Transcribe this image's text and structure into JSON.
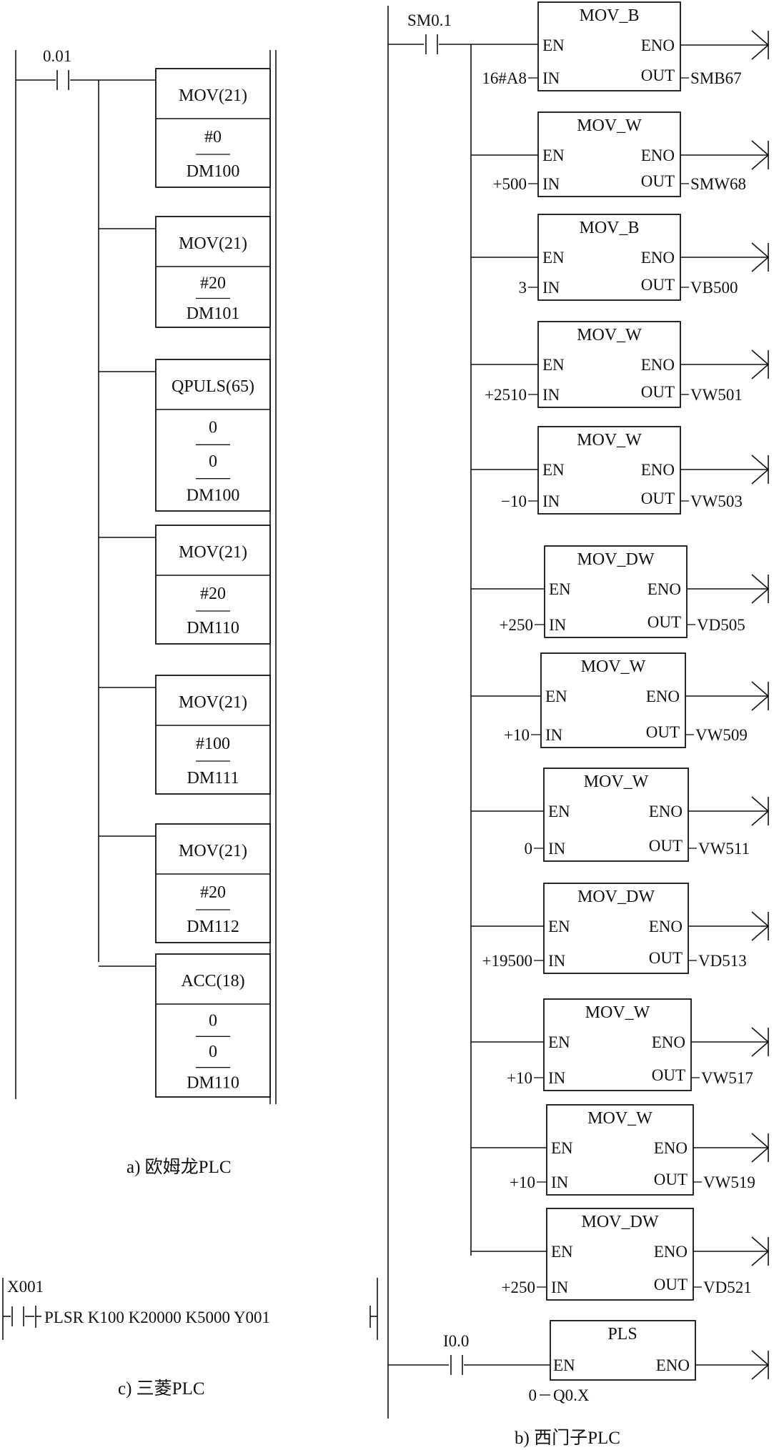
{
  "omron": {
    "caption": "a) 欧姆龙PLC",
    "contact": "0.01",
    "blocks": [
      {
        "name": "MOV(21)",
        "operands": [
          "#0",
          "DM100"
        ]
      },
      {
        "name": "MOV(21)",
        "operands": [
          "#20",
          "DM101"
        ]
      },
      {
        "name": "QPULS(65)",
        "operands": [
          "0",
          "0",
          "DM100"
        ]
      },
      {
        "name": "MOV(21)",
        "operands": [
          "#20",
          "DM110"
        ]
      },
      {
        "name": "MOV(21)",
        "operands": [
          "#100",
          "DM111"
        ]
      },
      {
        "name": "MOV(21)",
        "operands": [
          "#20",
          "DM112"
        ]
      },
      {
        "name": "ACC(18)",
        "operands": [
          "0",
          "0",
          "DM110"
        ]
      }
    ]
  },
  "siemens": {
    "caption": "b) 西门子PLC",
    "contact1": "SM0.1",
    "contact2": "I0.0",
    "blocks": [
      {
        "name": "MOV_B",
        "en": "EN",
        "eno": "ENO",
        "in_label": "IN",
        "out_label": "OUT",
        "in": "16#A8",
        "out": "SMB67"
      },
      {
        "name": "MOV_W",
        "en": "EN",
        "eno": "ENO",
        "in_label": "IN",
        "out_label": "OUT",
        "in": "+500",
        "out": "SMW68"
      },
      {
        "name": "MOV_B",
        "en": "EN",
        "eno": "ENO",
        "in_label": "IN",
        "out_label": "OUT",
        "in": "3",
        "out": "VB500"
      },
      {
        "name": "MOV_W",
        "en": "EN",
        "eno": "ENO",
        "in_label": "IN",
        "out_label": "OUT",
        "in": "+2510",
        "out": "VW501"
      },
      {
        "name": "MOV_W",
        "en": "EN",
        "eno": "ENO",
        "in_label": "IN",
        "out_label": "OUT",
        "in": "−10",
        "out": "VW503"
      },
      {
        "name": "MOV_DW",
        "en": "EN",
        "eno": "ENO",
        "in_label": "IN",
        "out_label": "OUT",
        "in": "+250",
        "out": "VD505"
      },
      {
        "name": "MOV_W",
        "en": "EN",
        "eno": "ENO",
        "in_label": "IN",
        "out_label": "OUT",
        "in": "+10",
        "out": "VW509"
      },
      {
        "name": "MOV_W",
        "en": "EN",
        "eno": "ENO",
        "in_label": "IN",
        "out_label": "OUT",
        "in": "0",
        "out": "VW511"
      },
      {
        "name": "MOV_DW",
        "en": "EN",
        "eno": "ENO",
        "in_label": "IN",
        "out_label": "OUT",
        "in": "+19500",
        "out": "VD513"
      },
      {
        "name": "MOV_W",
        "en": "EN",
        "eno": "ENO",
        "in_label": "IN",
        "out_label": "OUT",
        "in": "+10",
        "out": "VW517"
      },
      {
        "name": "MOV_W",
        "en": "EN",
        "eno": "ENO",
        "in_label": "IN",
        "out_label": "OUT",
        "in": "+10",
        "out": "VW519"
      },
      {
        "name": "MOV_DW",
        "en": "EN",
        "eno": "ENO",
        "in_label": "IN",
        "out_label": "OUT",
        "in": "+250",
        "out": "VD521"
      }
    ],
    "pls": {
      "name": "PLS",
      "en": "EN",
      "eno": "ENO",
      "in_label": "Q0.X",
      "in": "0"
    }
  },
  "mitsubishi": {
    "caption": "c) 三菱PLC",
    "contact": "X001",
    "instruction": "PLSR  K100  K20000  K5000  Y001"
  }
}
